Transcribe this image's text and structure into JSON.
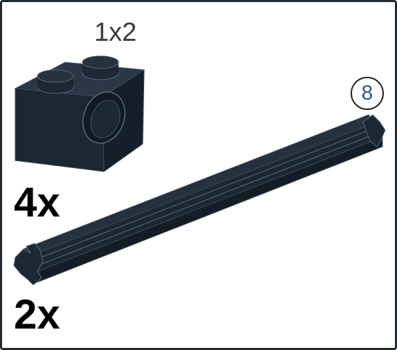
{
  "parts": {
    "brick": {
      "size_label": "1x2",
      "quantity": "4x",
      "color": "#1b2733"
    },
    "axle": {
      "length": "8",
      "quantity": "2x",
      "color": "#1b2733"
    }
  },
  "frame_color": "#1f2a33",
  "badge_text_color": "#2f5a8a"
}
